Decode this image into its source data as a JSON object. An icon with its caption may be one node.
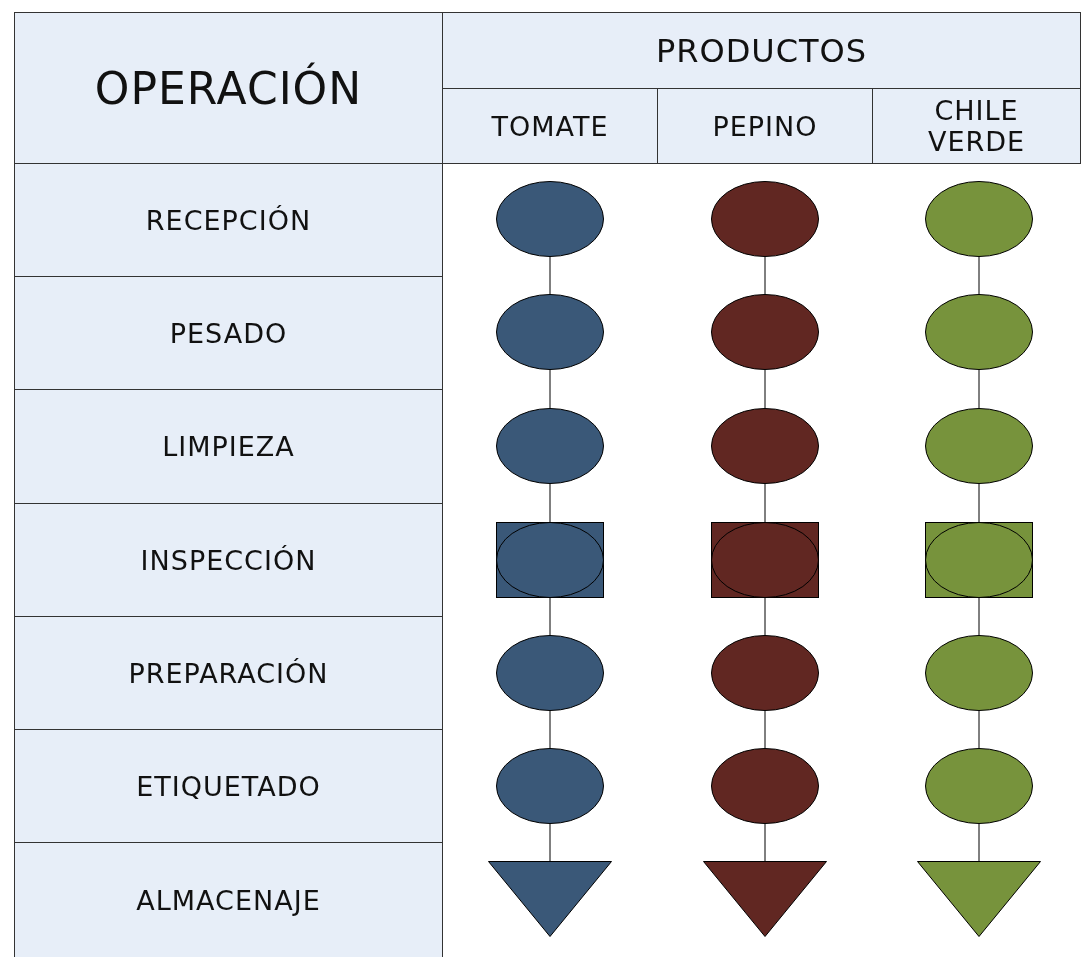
{
  "diagram": {
    "nodes": [
      {
        "text": [],
        "shape": "circle"
      },
      {
        "text": [],
        "shape": "circle"
      },
      {
        "text": [],
        "shape": "circle"
      },
      {
        "text": [],
        "shape": "circle"
      },
      {
        "text": [],
        "shape": "circle"
      },
      {
        "text": [],
        "shape": "circle"
      },
      {
        "text": [],
        "shape": "circle"
      },
      {
        "text": [],
        "shape": "circle"
      },
      {
        "text": [],
        "shape": "circle"
      },
      {
        "text": [],
        "shape": "box"
      },
      {
        "text": [],
        "shape": "circle"
      },
      {
        "text": [],
        "shape": "box"
      },
      {
        "text": [],
        "shape": "circle"
      },
      {
        "text": [],
        "shape": "box"
      },
      {
        "text": [],
        "shape": "circle"
      },
      {
        "text": [],
        "shape": "circle"
      },
      {
        "text": [],
        "shape": "circle"
      },
      {
        "text": [],
        "shape": "circle"
      },
      {
        "text": [],
        "shape": "circle"
      },
      {
        "text": [],
        "shape": "circle"
      },
      {
        "text": [],
        "shape": "circle"
      },
      {
        "text": [],
        "shape": "triangle"
      },
      {
        "text": [],
        "shape": "triangle"
      },
      {
        "text": [],
        "shape": "triangle"
      }
    ],
    "edges": [
      {
        "from": 0,
        "to": 3,
        "arrow": "none"
      },
      {
        "from": 3,
        "to": 6,
        "arrow": "none"
      },
      {
        "from": 6,
        "to": 9,
        "arrow": "none"
      },
      {
        "from": 9,
        "to": 15,
        "arrow": "none"
      },
      {
        "from": 15,
        "to": 18,
        "arrow": "none"
      },
      {
        "from": 18,
        "to": 21,
        "arrow": "none"
      },
      {
        "from": 1,
        "to": 4,
        "arrow": "none"
      },
      {
        "from": 4,
        "to": 7,
        "arrow": "none"
      },
      {
        "from": 7,
        "to": 11,
        "arrow": "none"
      },
      {
        "from": 11,
        "to": 16,
        "arrow": "none"
      },
      {
        "from": 16,
        "to": 19,
        "arrow": "none"
      },
      {
        "from": 19,
        "to": 22,
        "arrow": "none"
      },
      {
        "from": 2,
        "to": 5,
        "arrow": "none"
      },
      {
        "from": 5,
        "to": 8,
        "arrow": "none"
      },
      {
        "from": 8,
        "to": 13,
        "arrow": "none"
      },
      {
        "from": 13,
        "to": 17,
        "arrow": "none"
      },
      {
        "from": 17,
        "to": 20,
        "arrow": "none"
      },
      {
        "from": 20,
        "to": 23,
        "arrow": "none"
      }
    ],
    "labels": [
      "OPERACIÓN",
      "PRODUCTOS",
      "TOMATE",
      "PEPINO",
      "CHILE VERDE",
      "RECEPCIÓN",
      "PESADO",
      "LIMPIEZA",
      "INSPECCIÓN",
      "PREPARACIÓN",
      "ETIQUETADO",
      "ALMACENAJE"
    ]
  }
}
